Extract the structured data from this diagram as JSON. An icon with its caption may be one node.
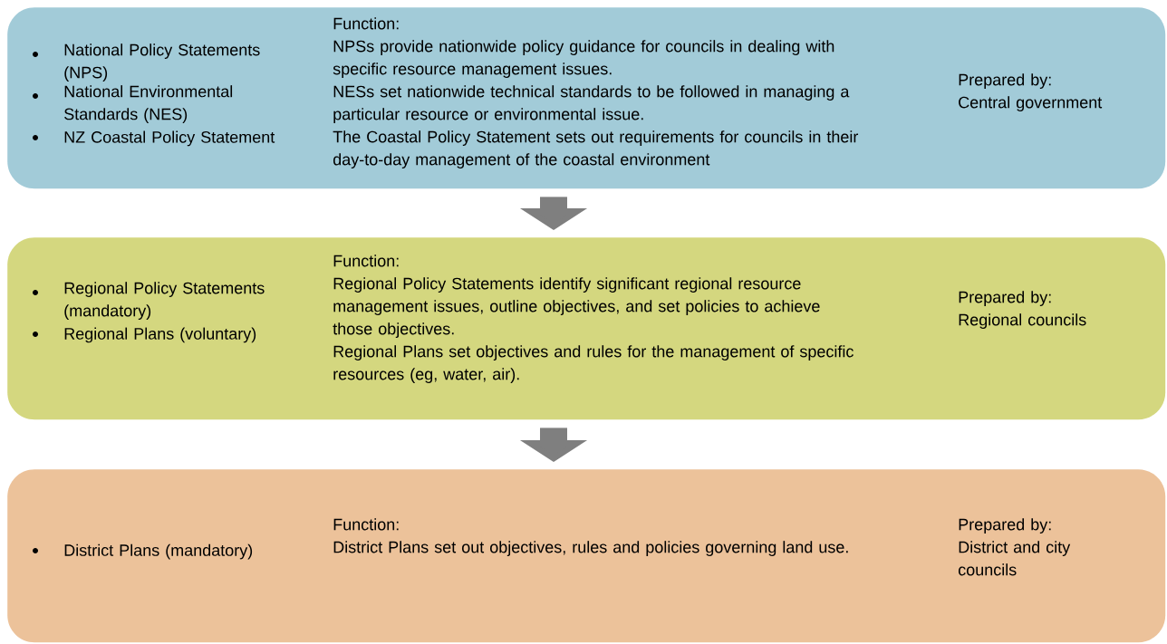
{
  "diagram": {
    "nodes": [
      {
        "text": [
          "National Policy Statements (NPS)",
          "National Environmental Standards (NES)",
          "NZ Coastal Policy Statement",
          "Function:",
          "NPSs provide nationwide policy guidance for councils in dealing with specific resource management issues.",
          "NESs set nationwide technical standards to be followed in managing a particular resource or environmental issue.",
          "The Coastal Policy Statement sets out requirements for councils in their day-to-day management of the coastal environment",
          "Prepared by:",
          "Central government"
        ]
      },
      {
        "text": [
          "Regional Policy Statements (mandatory)",
          "Regional Plans (voluntary)",
          "Function:",
          "Regional Policy Statements identify significant regional resource management issues, outline objectives, and set policies to achieve those objectives.",
          "Regional Plans set objectives and rules for the management of specific resources (eg, water, air).",
          "Prepared by:",
          "Regional councils"
        ]
      },
      {
        "text": [
          "District Plans (mandatory)",
          "Function:",
          "District Plans set out objectives, rules and policies governing land use.",
          "Prepared by:",
          "District and city councils"
        ]
      }
    ],
    "edges": [
      {
        "from": 0,
        "to": 1,
        "arrow": "to"
      },
      {
        "from": 1,
        "to": 2,
        "arrow": "to"
      }
    ]
  }
}
